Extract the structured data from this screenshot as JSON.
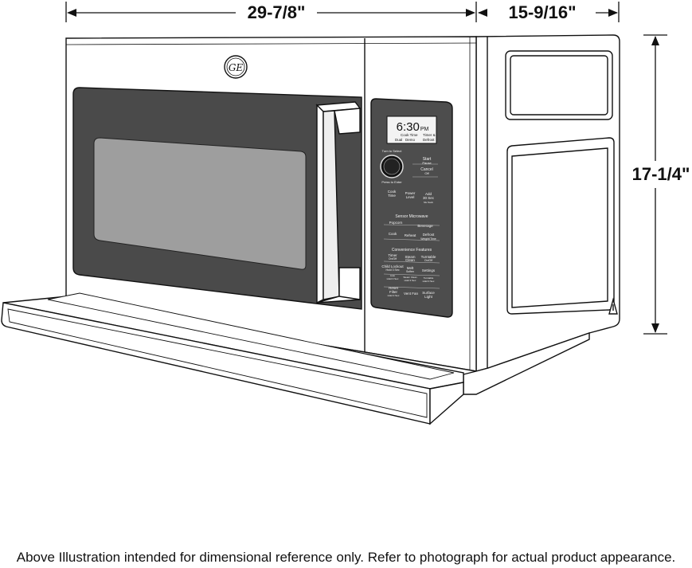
{
  "dimensions": {
    "width": "29-7/8\"",
    "depth": "15-9/16\"",
    "height": "17-1/4\""
  },
  "brand": {
    "logo_text": "GE"
  },
  "display": {
    "time": "6:30",
    "ampm": "PM",
    "line1a": "Cook Time",
    "line1b": "Timer &",
    "line2a": "Dual",
    "line2b": "Demo",
    "line2c": "Defrost"
  },
  "control_panel": {
    "dial_top": "Turn to Select",
    "dial_bottom": "Press to Enter",
    "start": "Start",
    "pause": "Pause",
    "cancel": "Cancel",
    "off": "Off",
    "cook_time_1": "Cook",
    "cook_time_2": "Time",
    "power_level_1": "Power",
    "power_level_2": "Level",
    "add30_1": "Add",
    "add30_2": "30 Sec",
    "add30_3": "Mu Sack",
    "sensor_header": "Sensor Microwave",
    "popcorn": "Popcorn",
    "beverage": "Beverage",
    "cook": "Cook",
    "reheat": "Reheat",
    "defrost_1": "Defrost",
    "defrost_2": "Weight/Time",
    "conv_header": "Convenience Features",
    "timer_1": "Timer",
    "timer_2": "On/Off",
    "steam_1": "Steam",
    "steam_2": "Clean",
    "turntable_1": "Turntable",
    "turntable_2": "On/Off",
    "child_1": "Child Lockout",
    "child_2": "Hold 3 Sec",
    "melt_1": "Melt",
    "melt_2": "Soften",
    "settings": "Settings",
    "light_note_1": "Auto",
    "light_note_2": "Hold 3 Sec",
    "fan_note_1": "Steam Clean",
    "fan_note_2": "Hold 3 Sec",
    "vent_note_1": "Turntable",
    "vent_note_2": "Hold 3 Sec",
    "reset_1": "Reset",
    "reset_2": "Filter",
    "reset_3": "Hold 3 Sec",
    "vent_fan": "Vent Fan",
    "surface_1": "Surface",
    "surface_2": "Light"
  },
  "disclaimer": "Above Illustration intended for dimensional reference only. Refer to photograph for actual product appearance."
}
